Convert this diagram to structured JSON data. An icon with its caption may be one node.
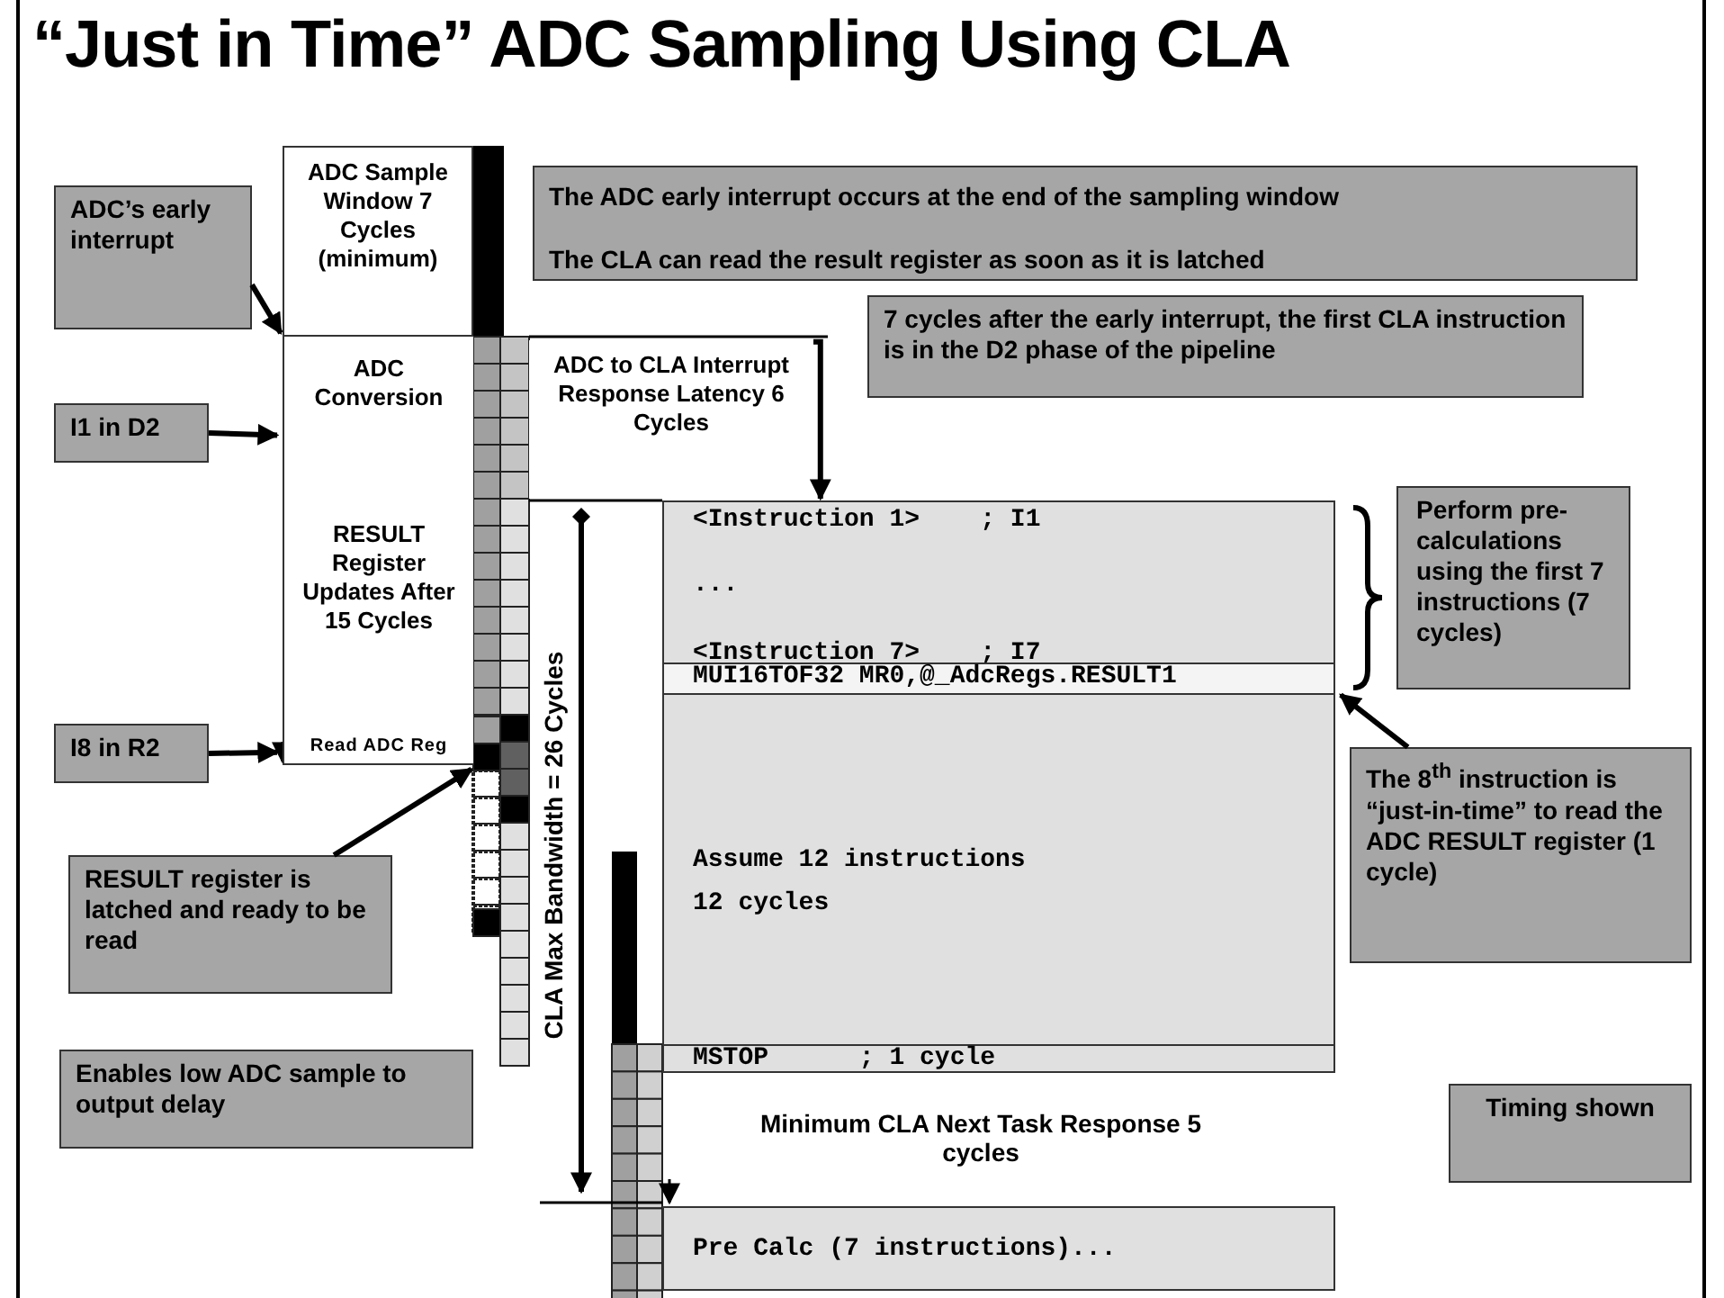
{
  "diagram": {
    "title": "“Just in Time” ADC Sampling Using CLA",
    "nodes": [
      {
        "text": [
          "ADC’s early interrupt"
        ]
      },
      {
        "text": [
          "ADC Sample Window 7 Cycles (minimum)"
        ]
      },
      {
        "text": [
          "ADC Conversion",
          "RESULT Register Updates After 15 Cycles",
          "Read ADC Reg"
        ]
      },
      {
        "text": [
          "I1 in D2"
        ]
      },
      {
        "text": [
          "I8 in R2"
        ]
      },
      {
        "text": [
          "ADC to CLA Interrupt Response Latency 6 Cycles"
        ]
      },
      {
        "text": [
          "The ADC early interrupt occurs at the end of the sampling window",
          "The CLA can read the result register as soon as it is latched"
        ]
      },
      {
        "text": [
          "7 cycles after the early interrupt, the first CLA instruction is in the D2 phase of the pipeline"
        ]
      },
      {
        "text": [
          "<Instruction 1>    ; I1",
          "...",
          "<Instruction 7>    ; I7"
        ]
      },
      {
        "text": [
          "MUI16TOF32 MR0,@_AdcRegs.RESULT1"
        ]
      },
      {
        "text": [
          "Assume 12 instructions 12 cycles"
        ]
      },
      {
        "text": [
          "MSTOP      ; 1 cycle"
        ]
      },
      {
        "text": [
          "Pre Calc (7 instructions)..."
        ]
      },
      {
        "text": [
          "Perform pre-calculations using the first  7 instructions (7 cycles)"
        ]
      },
      {
        "text": [
          "The 8$^{th}$ instruction is “just-in-time” to read the ADC RESULT register (1 cycle)"
        ]
      },
      {
        "text": [
          "RESULT register is latched and ready to be read"
        ]
      },
      {
        "text": [
          "Enables low ADC sample to output delay"
        ]
      },
      {
        "text": [
          "Timing shown"
        ]
      },
      {
        "text": [],
        "shape": "box"
      }
    ],
    "edges": [
      {
        "from": 0,
        "to": 1,
        "arrow": "to"
      },
      {
        "from": 3,
        "to": 2,
        "arrow": "to"
      },
      {
        "from": 4,
        "to": 2,
        "arrow": "to"
      },
      {
        "from": 5,
        "to": 8,
        "arrow": "to"
      },
      {
        "from": 15,
        "to": 18,
        "arrow": "to"
      },
      {
        "from": 14,
        "to": 9,
        "arrow": "to"
      }
    ],
    "labels": [
      "CLA Max Bandwidth = 26 Cycles",
      "Minimum CLA Next Task Response 5 cycles"
    ]
  }
}
